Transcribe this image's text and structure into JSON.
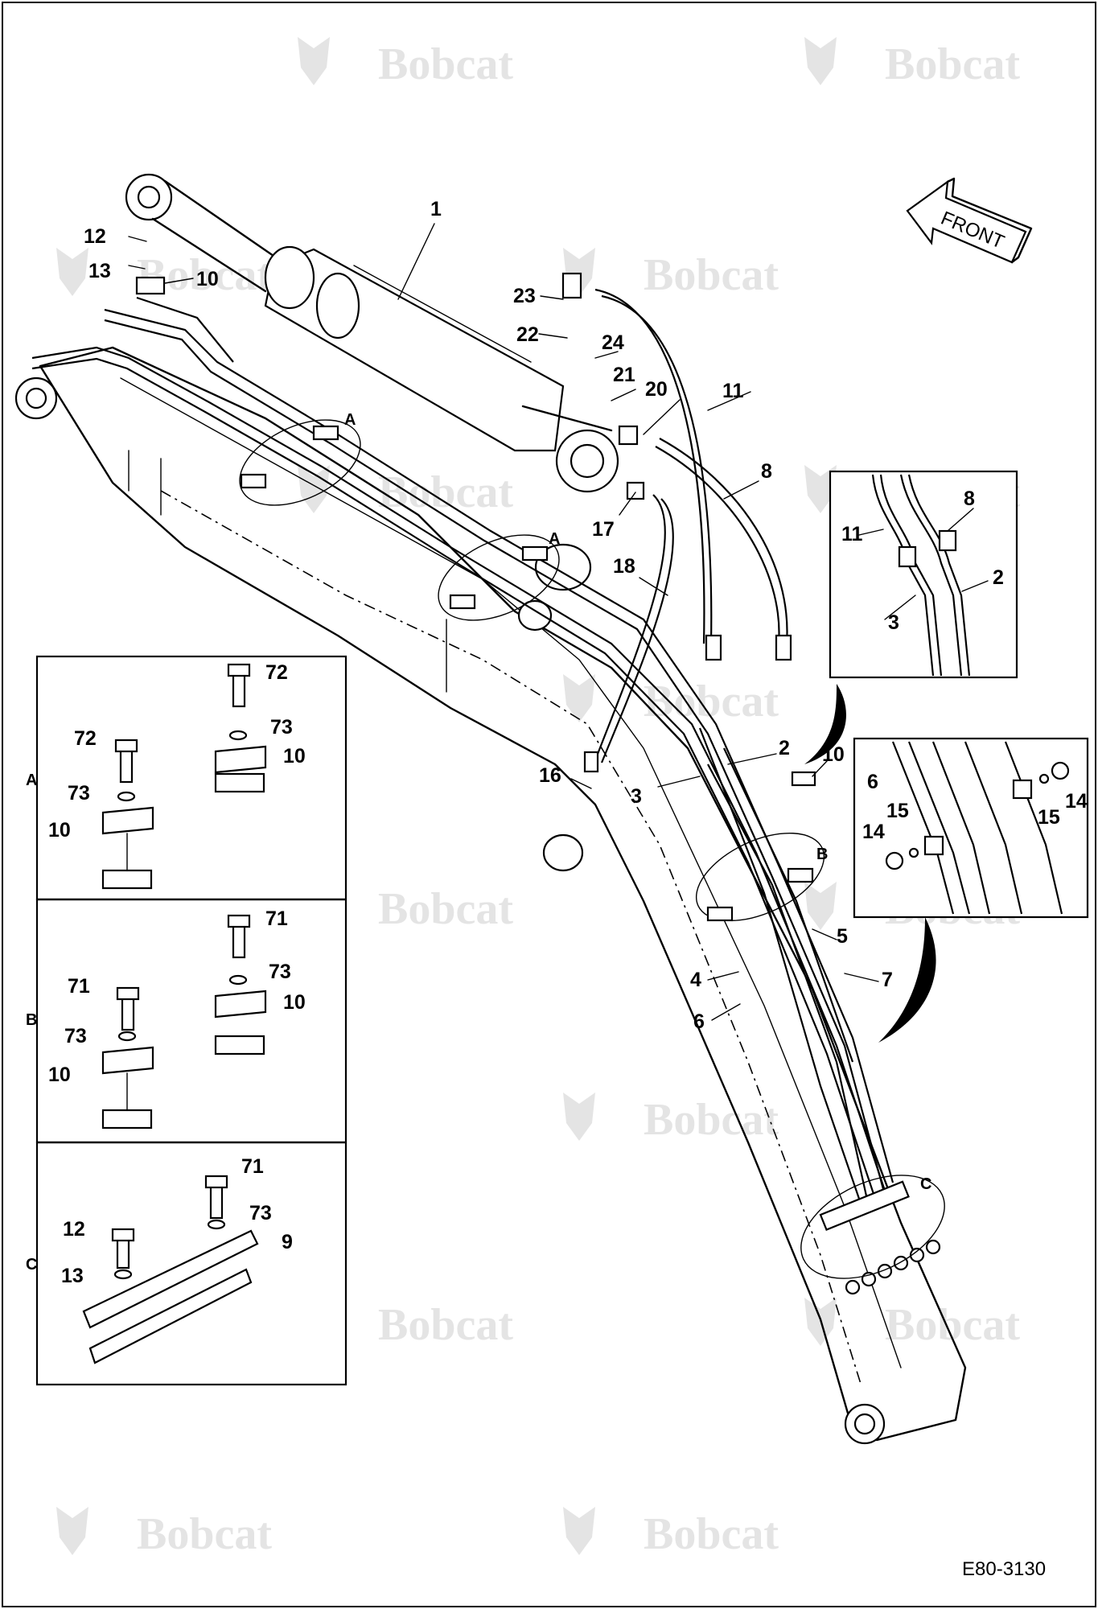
{
  "watermark": {
    "brand": "Bobcat"
  },
  "figure_code": "E80-3130",
  "direction_label": "FRONT",
  "callouts": [
    {
      "id": "c1",
      "text": "1"
    },
    {
      "id": "c12",
      "text": "12"
    },
    {
      "id": "c13",
      "text": "13"
    },
    {
      "id": "c10a",
      "text": "10"
    },
    {
      "id": "c23",
      "text": "23"
    },
    {
      "id": "c22",
      "text": "22"
    },
    {
      "id": "c24",
      "text": "24"
    },
    {
      "id": "c21",
      "text": "21"
    },
    {
      "id": "c20",
      "text": "20"
    },
    {
      "id": "c11",
      "text": "11"
    },
    {
      "id": "c8",
      "text": "8"
    },
    {
      "id": "c17",
      "text": "17"
    },
    {
      "id": "c18",
      "text": "18"
    },
    {
      "id": "c16",
      "text": "16"
    },
    {
      "id": "c2",
      "text": "2"
    },
    {
      "id": "c3",
      "text": "3"
    },
    {
      "id": "c10b",
      "text": "10"
    },
    {
      "id": "c5",
      "text": "5"
    },
    {
      "id": "c7",
      "text": "7"
    },
    {
      "id": "c4",
      "text": "4"
    },
    {
      "id": "c6",
      "text": "6"
    }
  ],
  "detail_labels": [
    {
      "id": "dA1",
      "text": "A"
    },
    {
      "id": "dA2",
      "text": "A"
    },
    {
      "id": "dB",
      "text": "B"
    },
    {
      "id": "dC",
      "text": "C"
    }
  ],
  "inset_top": {
    "labels": [
      {
        "id": "i8",
        "text": "8"
      },
      {
        "id": "i11",
        "text": "11"
      },
      {
        "id": "i2",
        "text": "2"
      },
      {
        "id": "i3",
        "text": "3"
      }
    ]
  },
  "inset_right": {
    "labels": [
      {
        "id": "r6",
        "text": "6"
      },
      {
        "id": "r14a",
        "text": "14"
      },
      {
        "id": "r15a",
        "text": "15"
      },
      {
        "id": "r14b",
        "text": "14"
      },
      {
        "id": "r15b",
        "text": "15"
      }
    ]
  },
  "detail_panel": {
    "sections": [
      {
        "letter": "A",
        "labels": [
          {
            "id": "a72a",
            "text": "72"
          },
          {
            "id": "a73a",
            "text": "73"
          },
          {
            "id": "a10a",
            "text": "10"
          },
          {
            "id": "a72b",
            "text": "72"
          },
          {
            "id": "a73b",
            "text": "73"
          },
          {
            "id": "a10b",
            "text": "10"
          }
        ]
      },
      {
        "letter": "B",
        "labels": [
          {
            "id": "b71a",
            "text": "71"
          },
          {
            "id": "b73a",
            "text": "73"
          },
          {
            "id": "b10a",
            "text": "10"
          },
          {
            "id": "b71b",
            "text": "71"
          },
          {
            "id": "b73b",
            "text": "73"
          },
          {
            "id": "b10b",
            "text": "10"
          }
        ]
      },
      {
        "letter": "C",
        "labels": [
          {
            "id": "c71",
            "text": "71"
          },
          {
            "id": "c73",
            "text": "73"
          },
          {
            "id": "c9",
            "text": "9"
          },
          {
            "id": "c12p",
            "text": "12"
          },
          {
            "id": "c13p",
            "text": "13"
          }
        ]
      }
    ]
  }
}
